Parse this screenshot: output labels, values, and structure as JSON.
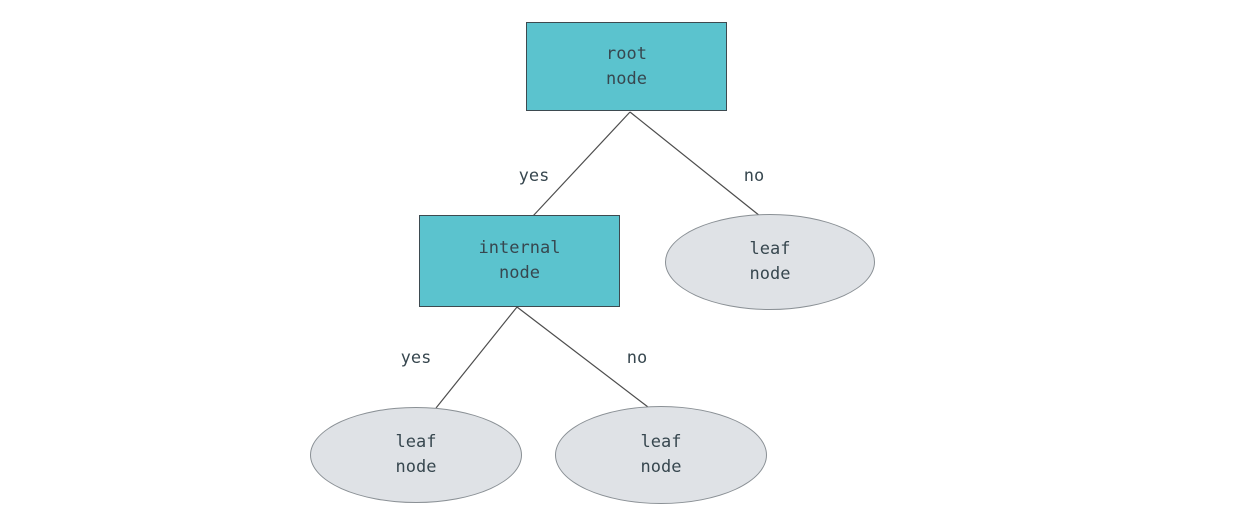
{
  "diagram": {
    "type": "decision-tree",
    "colors": {
      "decision_node_fill": "#5bc3ce",
      "decision_node_border": "#3d4a50",
      "leaf_node_fill": "#dfe2e6",
      "leaf_node_border": "#8a9095",
      "edge_line": "#4d4d4d",
      "text": "#37474f",
      "background": "#ffffff"
    },
    "nodes": [
      {
        "id": "root",
        "shape": "rectangle",
        "label": "root\nnode"
      },
      {
        "id": "internal",
        "shape": "rectangle",
        "label": "internal\nnode"
      },
      {
        "id": "leaf-right",
        "shape": "ellipse",
        "label": "leaf\nnode"
      },
      {
        "id": "leaf-bottom-left",
        "shape": "ellipse",
        "label": "leaf\nnode"
      },
      {
        "id": "leaf-bottom-right",
        "shape": "ellipse",
        "label": "leaf\nnode"
      }
    ],
    "edges": [
      {
        "from": "root",
        "to": "internal",
        "label": "yes"
      },
      {
        "from": "root",
        "to": "leaf-right",
        "label": "no"
      },
      {
        "from": "internal",
        "to": "leaf-bottom-left",
        "label": "yes"
      },
      {
        "from": "internal",
        "to": "leaf-bottom-right",
        "label": "no"
      }
    ]
  }
}
